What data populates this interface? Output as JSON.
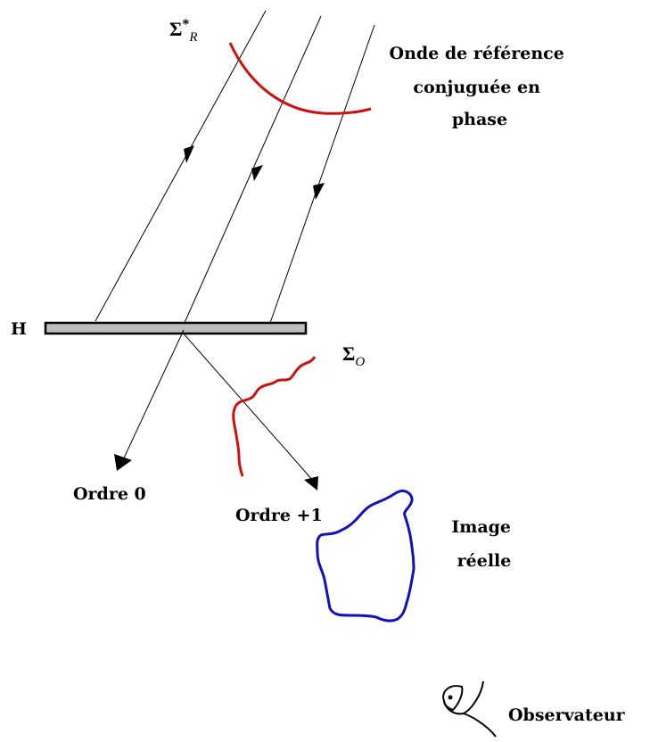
{
  "labels": {
    "reference_wave": [
      "Onde de référence",
      "conjuguée en",
      "phase"
    ],
    "sigma_r_main": "Σ",
    "sigma_r_star": "*",
    "sigma_r_sub": "R",
    "hologram": "H",
    "sigma_o_main": "Σ",
    "sigma_o_sub": "O",
    "order_0": "Ordre 0",
    "order_1": "Ordre +1",
    "real_image": [
      "Image",
      "réelle"
    ],
    "observer": "Observateur"
  },
  "colors": {
    "reference_wavefront": "#cc1111",
    "object_wavefront": "#cc1111",
    "real_image_outline": "#1111bb",
    "hologram_plate_fill": "#bdbdbd",
    "rays": "#000000"
  },
  "icons": {
    "observer": "eye-icon"
  }
}
